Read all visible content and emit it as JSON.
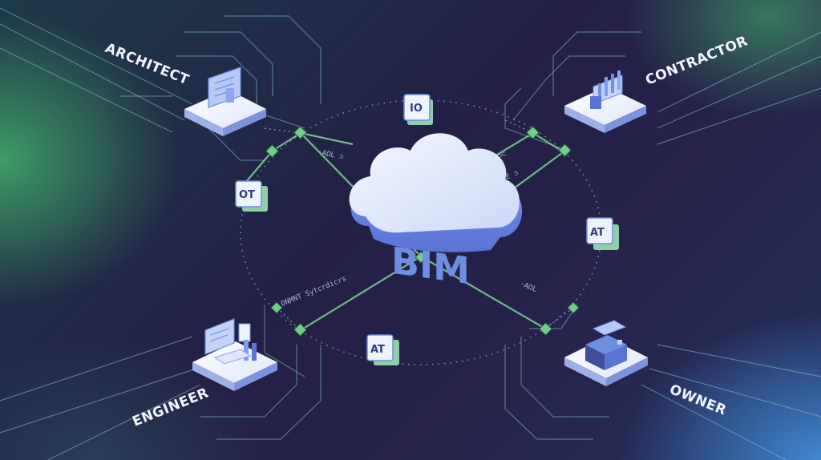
{
  "center": {
    "label": "BIM"
  },
  "roles": {
    "architect": "ARCHITECT",
    "contractor": "CONTRACTOR",
    "engineer": "ENGINEER",
    "owner": "OWNER"
  },
  "badges": {
    "top": "IO",
    "left": "OT",
    "right": "AT",
    "bottom": "AT"
  },
  "link_texts": {
    "top_left": "·AΩL ⊃",
    "top_right": "SUMET ⊃⊂",
    "top_right_2": "SHMAE ⊃",
    "bottom_left": "DNMNT Sytcrdicrs",
    "bottom_right": "·AΩL"
  },
  "colors": {
    "accent_green": "#6fcf8a",
    "accent_blue": "#6c8fe0",
    "node_green": "#58b07a"
  }
}
